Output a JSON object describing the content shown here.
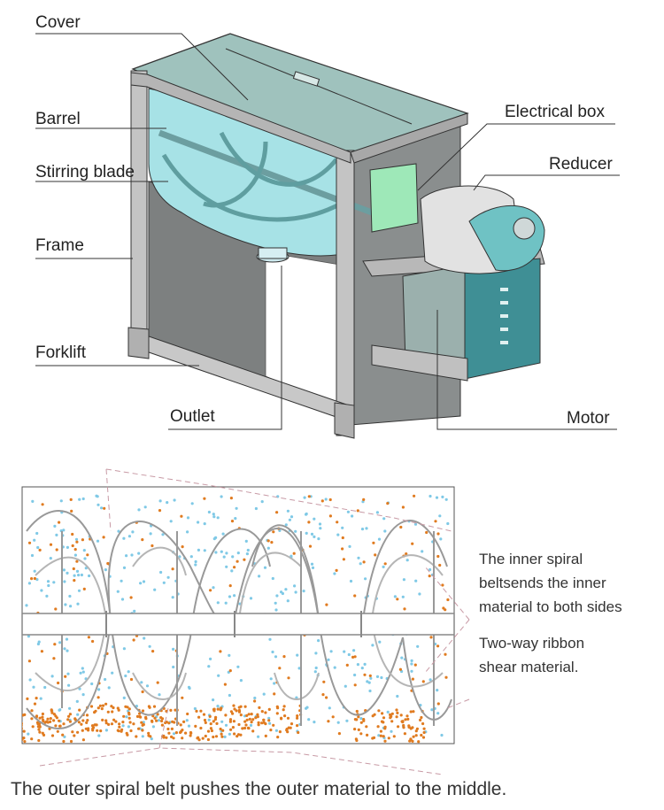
{
  "labels": {
    "cover": "Cover",
    "barrel": "Barrel",
    "stirring_blade": "Stirring blade",
    "frame": "Frame",
    "forklift": "Forklift",
    "outlet": "Outlet",
    "electrical_box": "Electrical box",
    "reducer": "Reducer",
    "motor": "Motor"
  },
  "notes": {
    "inner_spiral_1": "The inner spiral",
    "inner_spiral_2": "beltsends the inner",
    "inner_spiral_3": "material to both sides",
    "two_way_1": "Two-way ribbon",
    "two_way_2": "shear material."
  },
  "caption": "The outer spiral belt pushes the outer material to the middle.",
  "colors": {
    "line": "#333333",
    "machine_body": "#bfbfbf",
    "panel_dark": "#7d8080",
    "cover_glass": "#9fc2bd",
    "barrel_cyan": "#a7e2e6",
    "electrical_box": "#9ee8b8",
    "motor_teal": "#3f8f95",
    "orange_particle": "#e07b20",
    "blue_particle": "#7fc9e6",
    "pink_dash": "#c89aa5"
  }
}
